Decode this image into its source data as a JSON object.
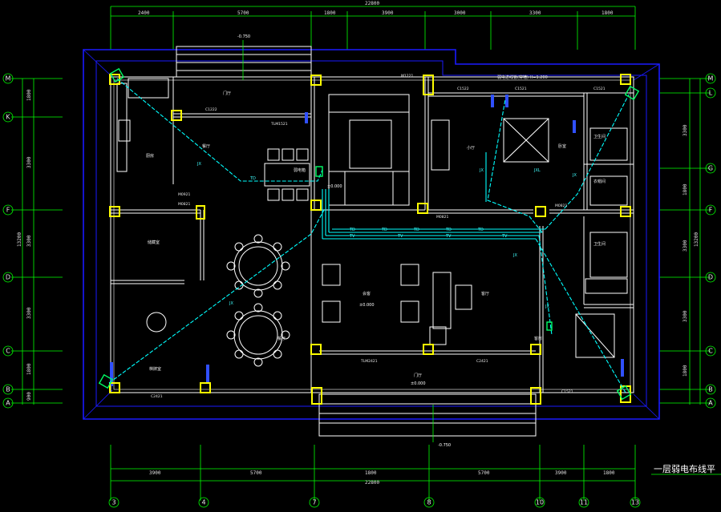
{
  "title": "一层弱电布线平",
  "colors": {
    "background": "#000000",
    "dimension": "#00ff00",
    "wall": "#ffffff",
    "outline": "#1a1aff",
    "column": "#ffff00",
    "cable": "#00ffff",
    "window": "#3050ff"
  },
  "top_dimensions": [
    "2400",
    "5700",
    "1800",
    "3900",
    "3000",
    "3300",
    "1800"
  ],
  "top_total": "22800",
  "bottom_dimensions": [
    "3900",
    "5700",
    "1800",
    "5700",
    "3900",
    "1800"
  ],
  "bottom_total": "22800",
  "left_dimensions": [
    "1800",
    "3300",
    "3300",
    "3300",
    "1800",
    "900"
  ],
  "left_total": "13200",
  "right_dimensions": [
    "3300",
    "1800",
    "3300",
    "3300",
    "1800"
  ],
  "right_total": "13200",
  "grid_labels_left": [
    "M",
    "K",
    "F",
    "D",
    "C",
    "B",
    "A"
  ],
  "grid_labels_right": [
    "M",
    "L",
    "G",
    "F",
    "D",
    "C",
    "B",
    "A"
  ],
  "grid_labels_bottom": [
    "3",
    "4",
    "7",
    "8",
    "10",
    "11",
    "13"
  ],
  "levels": {
    "top_outside": "-0.750",
    "hall": "±0.000",
    "living": "±0.000",
    "entrance": "±0.000",
    "bottom_outside": "-0.750"
  },
  "rooms": [
    {
      "key": "kitchen",
      "label": "厨房"
    },
    {
      "key": "kitchen_door",
      "label": "门厅"
    },
    {
      "key": "dining",
      "label": "餐厅"
    },
    {
      "key": "lounge",
      "label": "棋牌室"
    },
    {
      "key": "storage",
      "label": "储藏室"
    },
    {
      "key": "banquet",
      "label": "餐厅"
    },
    {
      "key": "study",
      "label": "小厅"
    },
    {
      "key": "bedroom",
      "label": "卧室"
    },
    {
      "key": "bath1",
      "label": "卫生间"
    },
    {
      "key": "cloak",
      "label": "衣帽间"
    },
    {
      "key": "bath2",
      "label": "卫生间"
    },
    {
      "key": "parlor",
      "label": "会客"
    },
    {
      "key": "living",
      "label": "客厅"
    },
    {
      "key": "foyer",
      "label": "门厅"
    },
    {
      "key": "guest",
      "label": "客房"
    }
  ],
  "cable_labels": {
    "td": "TD",
    "tv": "TV",
    "jx": "JX",
    "jxl": "JXL",
    "weak_box": "弱电箱",
    "weak_note": "弱电进线管(穿墙)  H=1.200"
  },
  "window_labels": [
    "C1222",
    "TLM1521",
    "C1522",
    "C1521",
    "C1521",
    "C2421",
    "TLM2421",
    "C2421",
    "C1521"
  ],
  "door_labels": [
    "M0921",
    "M0821",
    "M0821",
    "M0821",
    "M1221"
  ]
}
